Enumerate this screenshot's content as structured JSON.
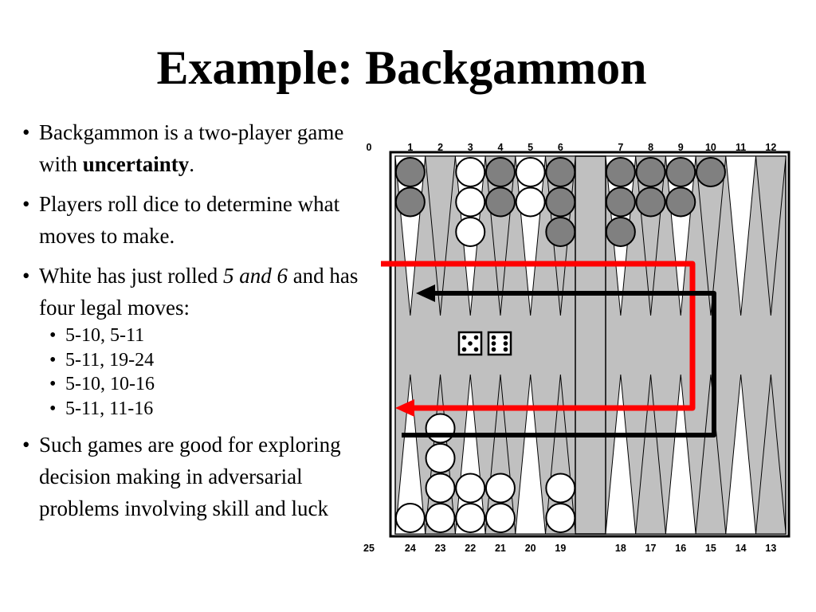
{
  "slide": {
    "title": "Example: Backgammon",
    "bullets": {
      "b1": {
        "marker": "•",
        "before": " Backgammon is a two-player game with ",
        "bold": "uncertainty",
        "after": "."
      },
      "b2": {
        "marker": "•",
        "text": "Players roll dice to determine what moves to make."
      },
      "b3": {
        "marker": "•",
        "before": "White has just rolled ",
        "italic": "5 and 6",
        "after": " and has four legal moves:"
      },
      "moves": [
        {
          "marker": "•",
          "text": "5-10, 5-11"
        },
        {
          "marker": "•",
          "text": "5-11, 19-24"
        },
        {
          "marker": "•",
          "text": "5-10, 10-16"
        },
        {
          "marker": "•",
          "text": "5-11, 11-16"
        }
      ],
      "b4": {
        "marker": "•",
        "text": "Such games are good for exploring decision making in adversarial problems involving skill and luck"
      }
    }
  },
  "board": {
    "top_labels": [
      "0",
      "1",
      "2",
      "3",
      "4",
      "5",
      "6",
      "7",
      "8",
      "9",
      "10",
      "11",
      "12"
    ],
    "bottom_labels": [
      "25",
      "24",
      "23",
      "22",
      "21",
      "20",
      "19",
      "18",
      "17",
      "16",
      "15",
      "14",
      "13"
    ],
    "top_stacks": [
      {
        "point": "1",
        "color": "black",
        "count": 2
      },
      {
        "point": "3",
        "color": "white",
        "count": 3
      },
      {
        "point": "4",
        "color": "black",
        "count": 2
      },
      {
        "point": "5",
        "color": "white",
        "count": 2
      },
      {
        "point": "6",
        "color": "black",
        "count": 3
      },
      {
        "point": "7",
        "color": "black",
        "count": 3
      },
      {
        "point": "8",
        "color": "black",
        "count": 2
      },
      {
        "point": "9",
        "color": "black",
        "count": 2
      },
      {
        "point": "10",
        "color": "black",
        "count": 1
      }
    ],
    "bottom_stacks": [
      {
        "point": "24",
        "color": "white",
        "count": 1
      },
      {
        "point": "23",
        "color": "white",
        "count": 4
      },
      {
        "point": "22",
        "color": "white",
        "count": 2
      },
      {
        "point": "21",
        "color": "white",
        "count": 2
      },
      {
        "point": "19",
        "color": "white",
        "count": 2
      }
    ],
    "dice": [
      5,
      6
    ],
    "colors": {
      "frame": "#000000",
      "surface": "#c0c0c0",
      "light_point": "#ffffff",
      "dark_point": "#c0c0c0",
      "black_checker": "#808080",
      "white_checker": "#ffffff",
      "red_arrow": "#ff0000",
      "black_arrow": "#000000"
    }
  }
}
